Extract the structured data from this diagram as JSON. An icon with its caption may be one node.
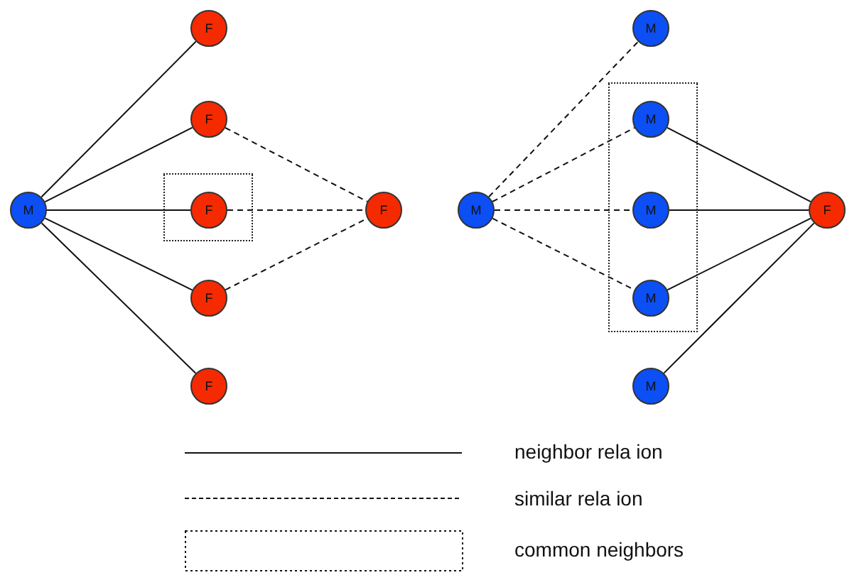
{
  "diagram": {
    "nodes": [
      {
        "text": [
          "M"
        ]
      },
      {
        "text": [
          "F"
        ]
      },
      {
        "text": [
          "F"
        ]
      },
      {
        "text": [],
        "shape": "box"
      },
      {
        "text": [
          "F"
        ],
        "in": 3
      },
      {
        "text": [
          "F"
        ]
      },
      {
        "text": [
          "F"
        ]
      },
      {
        "text": [
          "F"
        ]
      },
      {
        "text": [
          "M"
        ]
      },
      {
        "text": [
          "M"
        ]
      },
      {
        "text": [],
        "shape": "box"
      },
      {
        "text": [
          "M"
        ],
        "in": 10
      },
      {
        "text": [
          "M"
        ],
        "in": 10
      },
      {
        "text": [
          "M"
        ],
        "in": 10
      },
      {
        "text": [
          "M"
        ]
      },
      {
        "text": [
          "F"
        ]
      }
    ],
    "edges": [
      {
        "from": 0,
        "to": 1,
        "arrow": "none"
      },
      {
        "from": 0,
        "to": 2,
        "arrow": "none"
      },
      {
        "from": 0,
        "to": 4,
        "arrow": "none"
      },
      {
        "from": 0,
        "to": 5,
        "arrow": "none"
      },
      {
        "from": 0,
        "to": 6,
        "arrow": "none"
      },
      {
        "from": 2,
        "to": 7,
        "arrow": "none",
        "style": "dashed"
      },
      {
        "from": 4,
        "to": 7,
        "arrow": "none",
        "style": "dashed"
      },
      {
        "from": 5,
        "to": 7,
        "arrow": "none",
        "style": "dashed"
      },
      {
        "from": 8,
        "to": 9,
        "arrow": "none",
        "style": "dashed"
      },
      {
        "from": 8,
        "to": 11,
        "arrow": "none",
        "style": "dashed"
      },
      {
        "from": 8,
        "to": 12,
        "arrow": "none",
        "style": "dashed"
      },
      {
        "from": 8,
        "to": 13,
        "arrow": "none",
        "style": "dashed"
      },
      {
        "from": 11,
        "to": 15,
        "arrow": "none"
      },
      {
        "from": 12,
        "to": 15,
        "arrow": "none"
      },
      {
        "from": 13,
        "to": 15,
        "arrow": "none"
      },
      {
        "from": 14,
        "to": 15,
        "arrow": "none"
      }
    ],
    "legend": [
      {
        "text": "neighbor rela ion"
      },
      {
        "text": "similar rela ion"
      },
      {
        "text": "common neighbors"
      }
    ]
  }
}
